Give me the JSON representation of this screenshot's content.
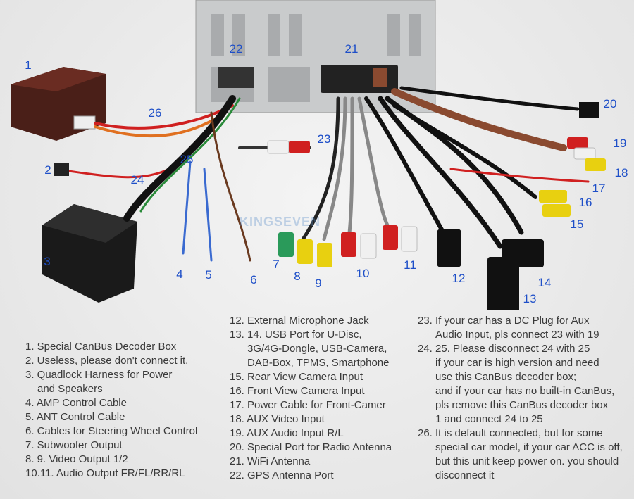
{
  "watermark": "KINGSEVEN",
  "callouts": [
    "1",
    "2",
    "3",
    "4",
    "5",
    "6",
    "7",
    "8",
    "9",
    "10",
    "11",
    "12",
    "13",
    "14",
    "15",
    "16",
    "17",
    "18",
    "19",
    "20",
    "21",
    "22",
    "23",
    "24",
    "25",
    "26"
  ],
  "legend_left": [
    "1. Special CanBus Decoder Box",
    "2. Useless, please don't connect it.",
    "3. Quadlock Harness for Power",
    "and Speakers",
    "4. AMP Control Cable",
    "5. ANT Control Cable",
    "6. Cables for Steering Wheel Control",
    "7. Subwoofer Output",
    "8. 9. Video Output 1/2",
    "10.11. Audio Output FR/FL/RR/RL"
  ],
  "legend_middle": [
    "12. External Microphone Jack",
    "13. 14. USB Port for U-Disc,",
    "3G/4G-Dongle, USB-Camera,",
    "DAB-Box, TPMS, Smartphone",
    "15. Rear View Camera Input",
    "16. Front View Camera Input",
    "17. Power Cable for Front-Camer",
    "18. AUX Video Input",
    "19. AUX Audio Input R/L",
    "20. Special Port for Radio Antenna",
    "21. WiFi Antenna",
    "22. GPS Antenna Port"
  ],
  "legend_right": [
    "23. If your car has a DC Plug for Aux",
    "Audio Input, pls connect 23 with 19",
    "24. 25. Please disconnect 24 with 25",
    "if your car is high version and need",
    "use this CanBus decoder box;",
    "and if your car has no built-in CanBus,",
    "pls remove this CanBus decoder box",
    "1 and connect 24 to 25",
    "26. It is default connected, but for some",
    "special car model, if your car ACC is off,",
    "but this unit keep power on. you should",
    "disconnect it"
  ],
  "colors": {
    "callout": "#1e4fc8",
    "text": "#3a3a3a"
  }
}
